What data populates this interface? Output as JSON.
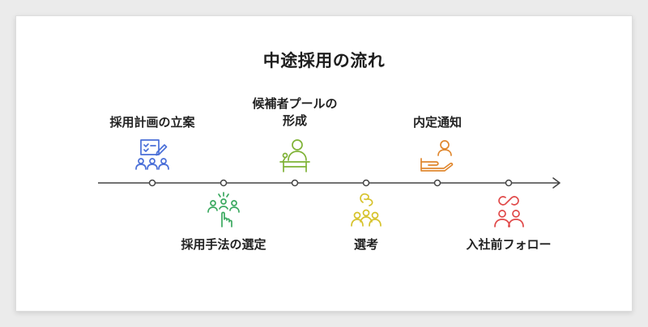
{
  "title": "中途採用の流れ",
  "steps": [
    {
      "line1": "採用計画の立案",
      "line2": "",
      "position": "above",
      "icon": "planning-checklist-team-icon",
      "color": "#4a6fd8"
    },
    {
      "line1": "採用手法の選定",
      "line2": "",
      "position": "below",
      "icon": "selecting-people-icon",
      "color": "#3ba960"
    },
    {
      "line1": "候補者プールの",
      "line2": "形成",
      "position": "above",
      "icon": "candidate-pool-person-icon",
      "color": "#7fb236"
    },
    {
      "line1": "選考",
      "line2": "",
      "position": "below",
      "icon": "screening-group-icon",
      "color": "#d6c22a"
    },
    {
      "line1": "内定通知",
      "line2": "",
      "position": "above",
      "icon": "offer-handshake-icon",
      "color": "#e0872e"
    },
    {
      "line1": "入社前フォロー",
      "line2": "",
      "position": "below",
      "icon": "onboarding-followup-icon",
      "color": "#e04848"
    }
  ],
  "colors": {
    "timeline": "#444444",
    "title": "#1e1e1e"
  }
}
